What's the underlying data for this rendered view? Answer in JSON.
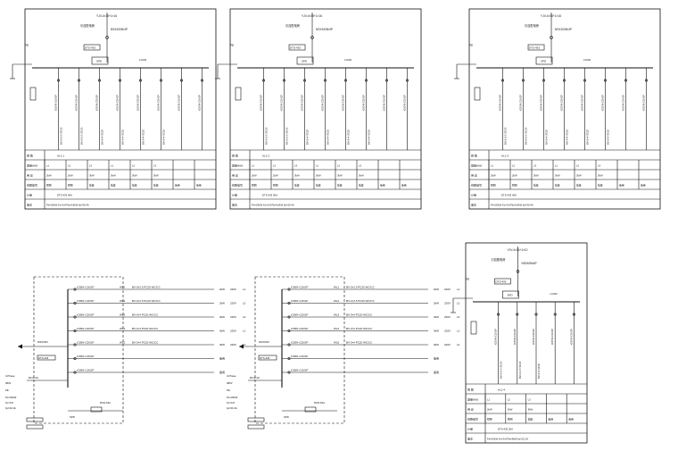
{
  "schedules": [
    {
      "id": "panel-1",
      "incoming_cable": "YJV-4×35+1×16",
      "incoming_note": "引自配电房",
      "ammeter": "DTS-433",
      "breaker": "NSX100N/4P",
      "pe_bar": "PE",
      "spd": "SPD",
      "load_label": "LOAD",
      "circuits": [
        {
          "breaker": "iC65N-C16/1P",
          "cable": "BV-3×2.5 SC20",
          "phase": "L1",
          "power": "2kW",
          "load": "照明"
        },
        {
          "breaker": "iC65N-C16/1P",
          "cable": "BV-3×2.5 SC20",
          "phase": "L2",
          "power": "2kW",
          "load": "照明"
        },
        {
          "breaker": "iC65N-C20/1P",
          "cable": "BV-3×4 SC20",
          "phase": "L3",
          "power": "3kW",
          "load": "插座"
        },
        {
          "breaker": "iC65N-C20/1P",
          "cable": "BV-3×4 SC20",
          "phase": "L1",
          "power": "3kW",
          "load": "插座"
        },
        {
          "breaker": "iC65N-C20/1P",
          "cable": "BV-3×4 SC20",
          "phase": "L2",
          "power": "3kW",
          "load": "插座"
        },
        {
          "breaker": "iC65N-C20/1P",
          "cable": "BV-3×4 SC20",
          "phase": "L3",
          "power": "3kW",
          "load": "插座"
        },
        {
          "breaker": "iC65N-C16/1P",
          "cable": "",
          "phase": "",
          "power": "",
          "load": "备用"
        },
        {
          "breaker": "iC65N-C16/1P",
          "cable": "",
          "phase": "",
          "power": "",
          "load": "备用"
        }
      ],
      "table": {
        "row_labels": [
          "回 路",
          "容量(kW)",
          "用 途",
          "线路编号",
          "计量",
          "备注"
        ],
        "row1": "AL1-1",
        "counter": "Pe=20kW  Kx=0.8  Pjs=16kW  Ijs=30.4A",
        "meter_note": "DTS-433  40A"
      }
    },
    {
      "id": "panel-2",
      "incoming_cable": "YJV-4×35+1×16",
      "incoming_note": "引自配电房",
      "ammeter": "DTS-433",
      "breaker": "NSX100N/4P",
      "pe_bar": "PE",
      "spd": "SPD",
      "load_label": "LOAD",
      "circuits": [
        {
          "breaker": "iC65N-C16/1P",
          "cable": "BV-3×2.5 SC20",
          "phase": "L1",
          "power": "2kW",
          "load": "照明"
        },
        {
          "breaker": "iC65N-C16/1P",
          "cable": "BV-3×2.5 SC20",
          "phase": "L2",
          "power": "2kW",
          "load": "照明"
        },
        {
          "breaker": "iC65N-C20/1P",
          "cable": "BV-3×4 SC20",
          "phase": "L3",
          "power": "3kW",
          "load": "插座"
        },
        {
          "breaker": "iC65N-C20/1P",
          "cable": "BV-3×4 SC20",
          "phase": "L1",
          "power": "3kW",
          "load": "插座"
        },
        {
          "breaker": "iC65N-C20/1P",
          "cable": "BV-3×4 SC20",
          "phase": "L2",
          "power": "3kW",
          "load": "插座"
        },
        {
          "breaker": "iC65N-C20/1P",
          "cable": "BV-3×4 SC20",
          "phase": "L3",
          "power": "3kW",
          "load": "插座"
        },
        {
          "breaker": "iC65N-C16/1P",
          "cable": "",
          "phase": "",
          "power": "",
          "load": "备用"
        },
        {
          "breaker": "iC65N-C16/1P",
          "cable": "",
          "phase": "",
          "power": "",
          "load": "备用"
        }
      ],
      "table": {
        "row_labels": [
          "回 路",
          "容量(kW)",
          "用 途",
          "线路编号",
          "计量",
          "备注"
        ],
        "row1": "AL1-2",
        "counter": "Pe=20kW  Kx=0.8  Pjs=16kW  Ijs=30.4A",
        "meter_note": "DTS-433  40A"
      }
    },
    {
      "id": "panel-3",
      "incoming_cable": "YJV-4×35+1×16",
      "incoming_note": "引自配电房",
      "ammeter": "DTS-433",
      "breaker": "NSX100N/4P",
      "pe_bar": "PE",
      "spd": "SPD",
      "load_label": "LOAD",
      "circuits": [
        {
          "breaker": "iC65N-C16/1P",
          "cable": "BV-3×2.5 SC20",
          "phase": "L1",
          "power": "2kW",
          "load": "照明"
        },
        {
          "breaker": "iC65N-C16/1P",
          "cable": "BV-3×2.5 SC20",
          "phase": "L2",
          "power": "2kW",
          "load": "照明"
        },
        {
          "breaker": "iC65N-C20/1P",
          "cable": "BV-3×4 SC20",
          "phase": "L3",
          "power": "3kW",
          "load": "插座"
        },
        {
          "breaker": "iC65N-C20/1P",
          "cable": "BV-3×4 SC20",
          "phase": "L1",
          "power": "3kW",
          "load": "插座"
        },
        {
          "breaker": "iC65N-C20/1P",
          "cable": "BV-3×4 SC20",
          "phase": "L2",
          "power": "3kW",
          "load": "插座"
        },
        {
          "breaker": "iC65N-C20/1P",
          "cable": "BV-3×4 SC20",
          "phase": "L3",
          "power": "3kW",
          "load": "插座"
        },
        {
          "breaker": "iC65N-C16/1P",
          "cable": "",
          "phase": "",
          "power": "",
          "load": "备用"
        },
        {
          "breaker": "iC65N-C16/1P",
          "cable": "",
          "phase": "",
          "power": "",
          "load": "备用"
        }
      ],
      "table": {
        "row_labels": [
          "回 路",
          "容量(kW)",
          "用 途",
          "线路编号",
          "计量",
          "备注"
        ],
        "row1": "AL1-3",
        "counter": "Pe=20kW  Kx=0.8  Pjs=16kW  Ijs=30.4A",
        "meter_note": "DTS-433  40A"
      }
    },
    {
      "id": "panel-4",
      "incoming_cable": "YJV-4×16+1×10",
      "incoming_note": "引自配电房",
      "ammeter": "DTS-433",
      "breaker": "NSX63N/4P",
      "pe_bar": "PE",
      "spd": "SPD",
      "load_label": "LOAD",
      "circuits": [
        {
          "breaker": "iC65N-C16/1P",
          "cable": "BV-3×2.5 SC20",
          "phase": "L1",
          "power": "2kW",
          "load": "照明"
        },
        {
          "breaker": "iC65N-C16/1P",
          "cable": "BV-3×2.5 SC20",
          "phase": "L2",
          "power": "2kW",
          "load": "照明"
        },
        {
          "breaker": "iC65N-C20/1P",
          "cable": "BV-3×4 SC20",
          "phase": "L3",
          "power": "3kW",
          "load": "插座"
        },
        {
          "breaker": "iC65N-C16/1P",
          "cable": "",
          "phase": "",
          "power": "",
          "load": "备用"
        },
        {
          "breaker": "iC65N-C16/1P",
          "cable": "",
          "phase": "",
          "power": "",
          "load": "备用"
        }
      ],
      "table": {
        "row_labels": [
          "回 路",
          "容量(kW)",
          "用 途",
          "线路编号",
          "计量",
          "备注"
        ],
        "row1": "AL1-4",
        "counter": "Pe=10kW  Kx=0.8  Pjs=8kW  Ijs=15.2A",
        "meter_note": "DTS-433  20A"
      }
    }
  ],
  "horizontal_panels": [
    {
      "id": "hpanel-1",
      "incoming_label": "BV-5×10",
      "main_breaker": "NSX63N",
      "phase_note": "3-Phase",
      "voltage": "380V",
      "pe": "PE",
      "meter": "DTS-433",
      "extra": [
        "Pe=20kW",
        "Kx=0.8",
        "Ijs=30.4A"
      ],
      "spd": "SPD",
      "rcd": "RCD-63A",
      "rows": [
        {
          "breaker": "iC65N-C16/1P",
          "wire": "WL1",
          "cable": "BV-3×2.5 PC20 WC/CC",
          "power": "2kW",
          "volt": "220V",
          "phase": "L1"
        },
        {
          "breaker": "iC65N-C16/1P",
          "wire": "WL2",
          "cable": "BV-3×2.5 PC20 WC/CC",
          "power": "2kW",
          "volt": "220V",
          "phase": "L2"
        },
        {
          "breaker": "iC65N-C20/1P",
          "wire": "WL3",
          "cable": "BV-3×4 PC20 WC/CC",
          "power": "3kW",
          "volt": "220V",
          "phase": "L3"
        },
        {
          "breaker": "iC65N-C20/1P",
          "wire": "WL4",
          "cable": "BV-3×4 PC20 WC/CC",
          "power": "3kW",
          "volt": "220V",
          "phase": "L1"
        },
        {
          "breaker": "iC65N-C20/1P",
          "wire": "WL5",
          "cable": "BV-3×4 PC20 WC/CC",
          "power": "3kW",
          "volt": "220V",
          "phase": "L2"
        },
        {
          "breaker": "iC65N-C16/1P",
          "wire": "",
          "cable": "",
          "power": "备用",
          "volt": "",
          "phase": ""
        },
        {
          "breaker": "iC65N-C16/1P",
          "wire": "",
          "cable": "",
          "power": "备用",
          "volt": "",
          "phase": ""
        }
      ]
    },
    {
      "id": "hpanel-2",
      "incoming_label": "BV-5×10",
      "main_breaker": "NSX63N",
      "phase_note": "3-Phase",
      "voltage": "380V",
      "pe": "PE",
      "meter": "DTS-433",
      "extra": [
        "Pe=20kW",
        "Kx=0.8",
        "Ijs=30.4A"
      ],
      "spd": "SPD",
      "rcd": "RCD-63A",
      "rows": [
        {
          "breaker": "iC65N-C16/1P",
          "wire": "WL1",
          "cable": "BV-3×2.5 PC20 WC/CC",
          "power": "2kW",
          "volt": "220V",
          "phase": "L1"
        },
        {
          "breaker": "iC65N-C16/1P",
          "wire": "WL2",
          "cable": "BV-3×2.5 PC20 WC/CC",
          "power": "2kW",
          "volt": "220V",
          "phase": "L2"
        },
        {
          "breaker": "iC65N-C20/1P",
          "wire": "WL3",
          "cable": "BV-3×4 PC20 WC/CC",
          "power": "3kW",
          "volt": "220V",
          "phase": "L3"
        },
        {
          "breaker": "iC65N-C20/1P",
          "wire": "WL4",
          "cable": "BV-3×4 PC20 WC/CC",
          "power": "3kW",
          "volt": "220V",
          "phase": "L1"
        },
        {
          "breaker": "iC65N-C20/1P",
          "wire": "WL5",
          "cable": "BV-3×4 PC20 WC/CC",
          "power": "3kW",
          "volt": "220V",
          "phase": "L2"
        },
        {
          "breaker": "iC65N-C16/1P",
          "wire": "",
          "cable": "",
          "power": "备用",
          "volt": "",
          "phase": ""
        },
        {
          "breaker": "iC65N-C16/1P",
          "wire": "",
          "cable": "",
          "power": "备用",
          "volt": "",
          "phase": ""
        }
      ]
    }
  ]
}
